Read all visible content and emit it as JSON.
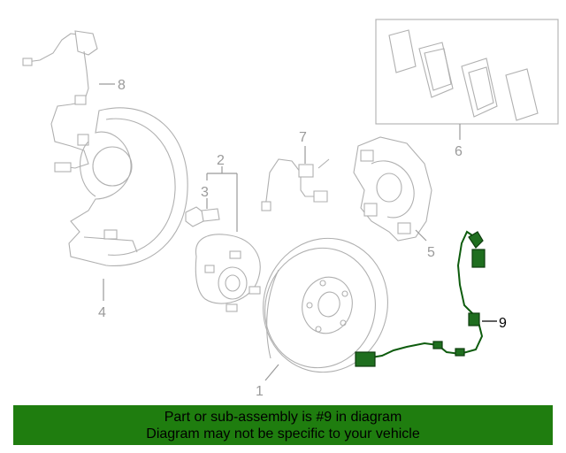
{
  "callouts": {
    "c1": "1",
    "c2": "2",
    "c3": "3",
    "c4": "4",
    "c5": "5",
    "c6": "6",
    "c7": "7",
    "c8": "8",
    "c9": "9"
  },
  "highlight_color": "#1f7d0f",
  "banner": {
    "line1": "Part or sub-assembly is #9 in diagram",
    "line2": "Diagram may not be specific to your vehicle"
  }
}
